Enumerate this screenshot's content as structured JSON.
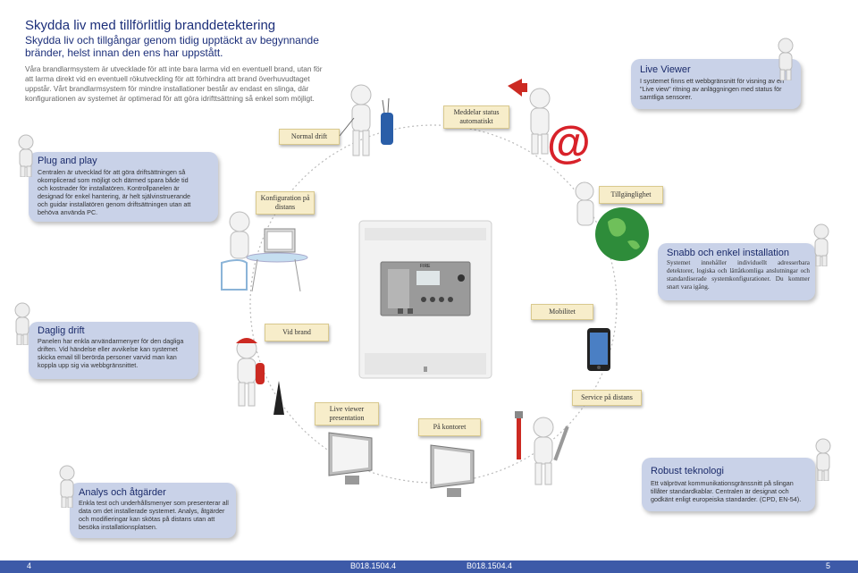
{
  "header": {
    "title": "Skydda liv med tillförlitlig branddetektering",
    "subtitle": "Skydda liv och tillgångar genom tidig upptäckt av begynnande bränder, helst innan den ens har uppstått.",
    "intro": "Våra brandlarmsystem är utvecklade för att inte bara larma vid en eventuell brand, utan för att larma direkt vid en eventuell rökutveckling för att förhindra att brand överhuvudtaget uppstår. Vårt brandlarmsystem för mindre installationer består av endast en slinga, där konfigurationen av systemet är optimerad för att göra idrifttsättning så enkel som möjligt."
  },
  "cards": {
    "live_viewer": {
      "title": "Live Viewer",
      "body": "I systemet finns ett webbgränsnitt för visning av en \"Live view\" ritning av anläggningen med status för samtliga sensorer."
    },
    "plug_and_play": {
      "title": "Plug and play",
      "body": "Centralen är utvecklad för att göra driftsättningen så okomplicerad som möjligt och därmed spara både tid och kostnader för installatören. Kontrollpanelen är designad för enkel hantering, är helt självinstruerande och guidar installatören genom driftsättningen utan att behöva använda PC."
    },
    "snabb": {
      "title": "Snabb och enkel installation",
      "body": "Systemet innehåller individuellt adresserbara detektorer, logiska och lättåtkomliga anslutningar och standardiserade systemkonfigurationer. Du kommer snart vara igång."
    },
    "daglig": {
      "title": "Daglig drift",
      "body": "Panelen har enkla användarmenyer för den dagliga driften. Vid händelse eller avvikelse kan systemet skicka email till berörda personer varvid man kan koppla upp sig via webbgränsnittet."
    },
    "robust": {
      "title": "Robust teknologi",
      "body": "Ett välprövat kommunikationsgränssnitt på slingan tillåter standardkablar. Centralen är designat och godkänt enligt europeiska standarder. (CPD, EN-54)."
    },
    "analys": {
      "title": "Analys och åtgärder",
      "body": "Enkla test och underhållsmenyer som presenterar all data om det installerade systemet. Analys, åtgärder och modifieringar kan skötas på distans utan att besöka installationsplatsen."
    }
  },
  "tags": {
    "normal_drift": "Normal drift",
    "meddelar": "Meddelar status automatiskt",
    "konfiguration": "Konfiguration på distans",
    "tillganglighet": "Tillgänglighet",
    "mobilitet": "Mobilitet",
    "vid_brand": "Vid brand",
    "service": "Service på distans",
    "live_viewer_presentation": "Live viewer presentation",
    "pa_kontoret": "På kontoret"
  },
  "panel": {
    "brand": "FIRE"
  },
  "footer": {
    "page_left": "4",
    "code_left": "B018.1504.4",
    "code_right": "B018.1504.4",
    "page_right": "5"
  },
  "colors": {
    "card_bg": "#c9d2e8",
    "title_blue": "#1c2f7a",
    "tag_bg": "#f7edca",
    "footer_bg": "#3d5aa8"
  }
}
